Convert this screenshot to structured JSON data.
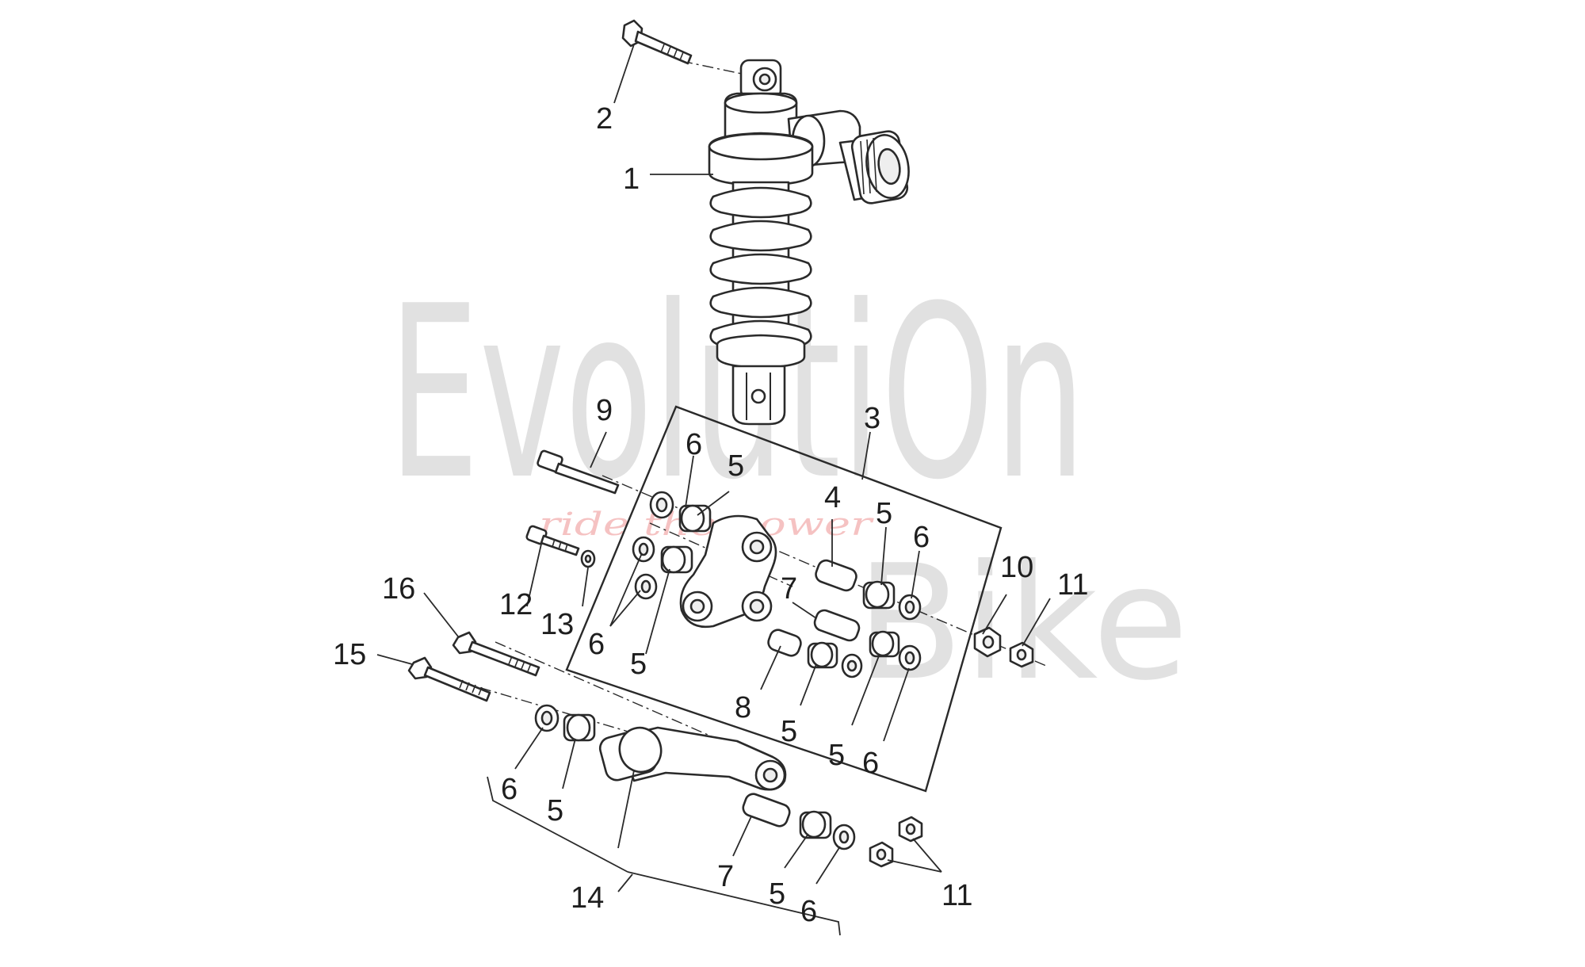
{
  "watermark": {
    "word1": "EvolutiOn",
    "word2": "Bike",
    "tagline": "ride the power",
    "color": "#c8c8c8",
    "tagline_color": "#f2b3b3"
  },
  "callouts": {
    "c1": "1",
    "c2": "2",
    "c3": "3",
    "c4": "4",
    "c5a": "5",
    "c5b": "5",
    "c5c": "5",
    "c5d": "5",
    "c5e": "5",
    "c5f": "5",
    "c5g": "5",
    "c6a": "6",
    "c6b": "6",
    "c6c": "6",
    "c6d": "6",
    "c6e": "6",
    "c6f": "6",
    "c7a": "7",
    "c7b": "7",
    "c8": "8",
    "c9": "9",
    "c10": "10",
    "c11a": "11",
    "c11b": "11",
    "c12": "12",
    "c13": "13",
    "c14": "14",
    "c15": "15",
    "c16": "16"
  }
}
